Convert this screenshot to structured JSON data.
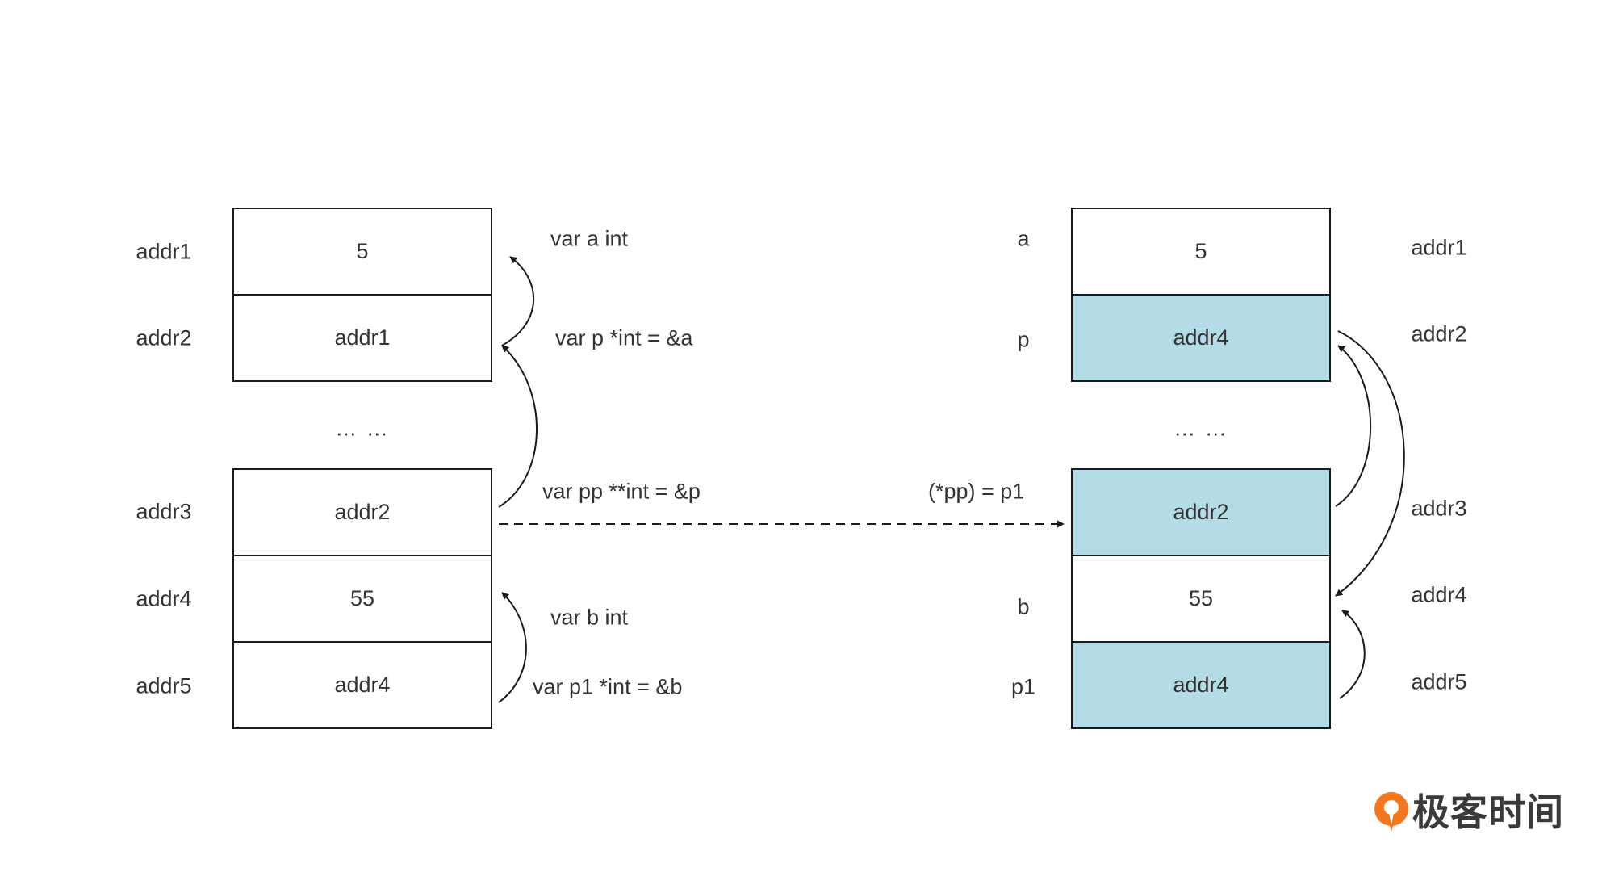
{
  "colors": {
    "highlight": "#b4dce6",
    "border": "#1a1a1a",
    "text": "#333333",
    "logo_orange": "#f4771f"
  },
  "left_table": {
    "rows": [
      {
        "address": "addr1",
        "value": "5",
        "code": "var a int"
      },
      {
        "address": "addr2",
        "value": "addr1",
        "code": "var p *int = &a"
      },
      {
        "address": "addr3",
        "value": "addr2",
        "code": "var pp **int = &p"
      },
      {
        "address": "addr4",
        "value": "55",
        "code": "var b int"
      },
      {
        "address": "addr5",
        "value": "addr4",
        "code": "var p1 *int = &b"
      }
    ],
    "ellipsis": "… …"
  },
  "right_table": {
    "rows": [
      {
        "name": "a",
        "value": "5",
        "address": "addr1",
        "highlighted": false
      },
      {
        "name": "p",
        "value": "addr4",
        "address": "addr2",
        "highlighted": true
      },
      {
        "name": "",
        "value": "addr2",
        "address": "addr3",
        "highlighted": true
      },
      {
        "name": "b",
        "value": "55",
        "address": "addr4",
        "highlighted": false
      },
      {
        "name": "p1",
        "value": "addr4",
        "address": "addr5",
        "highlighted": true
      }
    ],
    "ellipsis": "… …"
  },
  "transition_label": "(*pp) = p1",
  "brand": {
    "name": "极客时间",
    "icon": "geektime-logo-icon"
  }
}
